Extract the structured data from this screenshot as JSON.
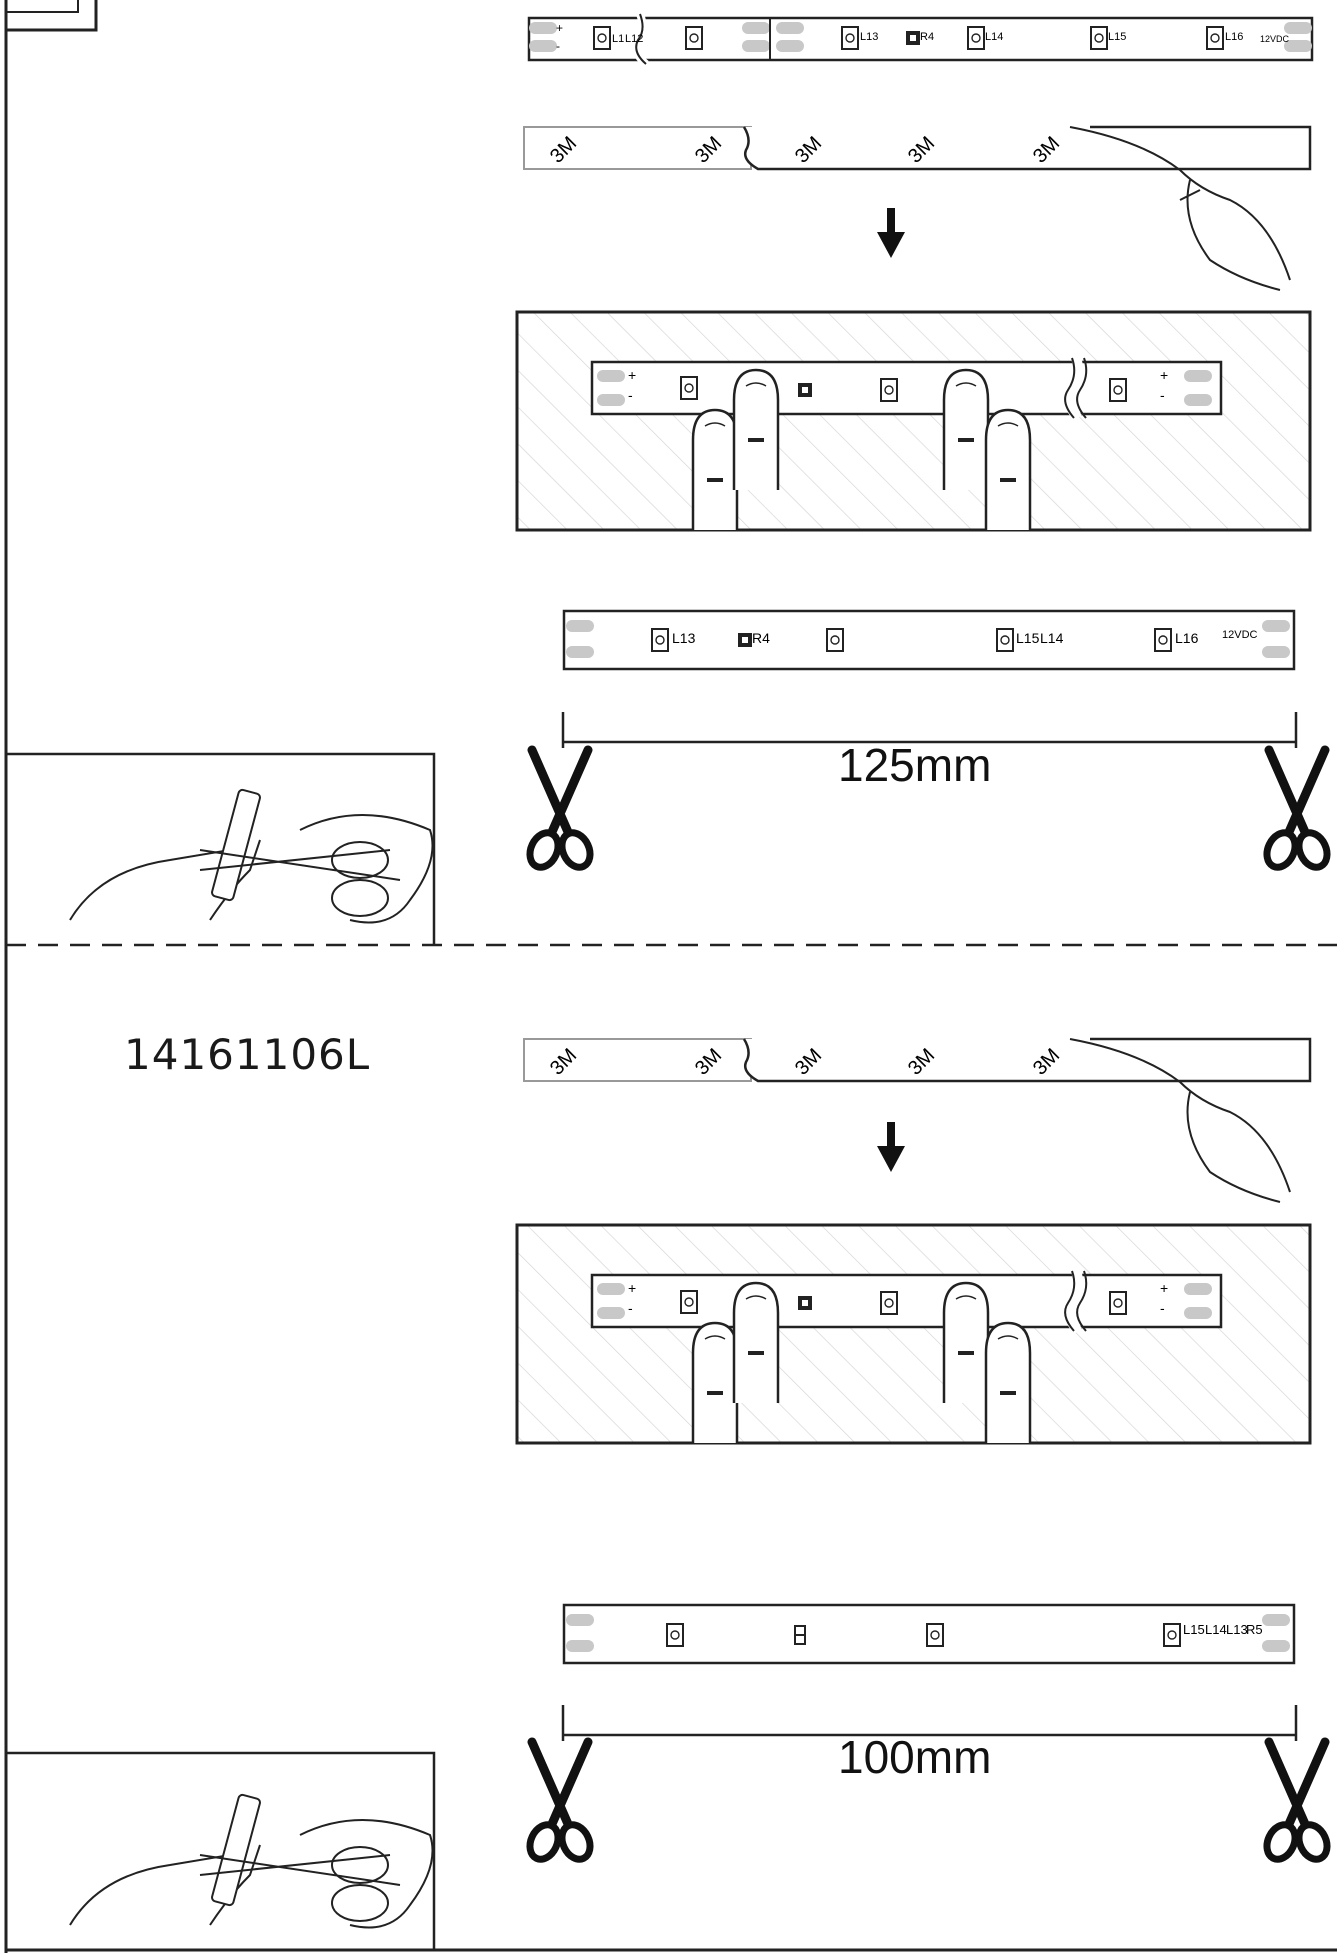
{
  "product_code": "14161106L",
  "brand_tag": "3M",
  "segment_top": {
    "length_label": "125mm"
  },
  "segment_bottom": {
    "length_label": "100mm"
  },
  "strip_labels": {
    "plus": "+",
    "minus": "-",
    "voltage": "12VDC",
    "top_strip": [
      "L1",
      "L12",
      "L13",
      "R4",
      "L14",
      "L15",
      "L16"
    ],
    "cut_strip_125": [
      "L13",
      "R4",
      "L15",
      "L14",
      "L16"
    ],
    "cut_strip_100": [
      "L15",
      "L14",
      "L13",
      "R5"
    ]
  }
}
